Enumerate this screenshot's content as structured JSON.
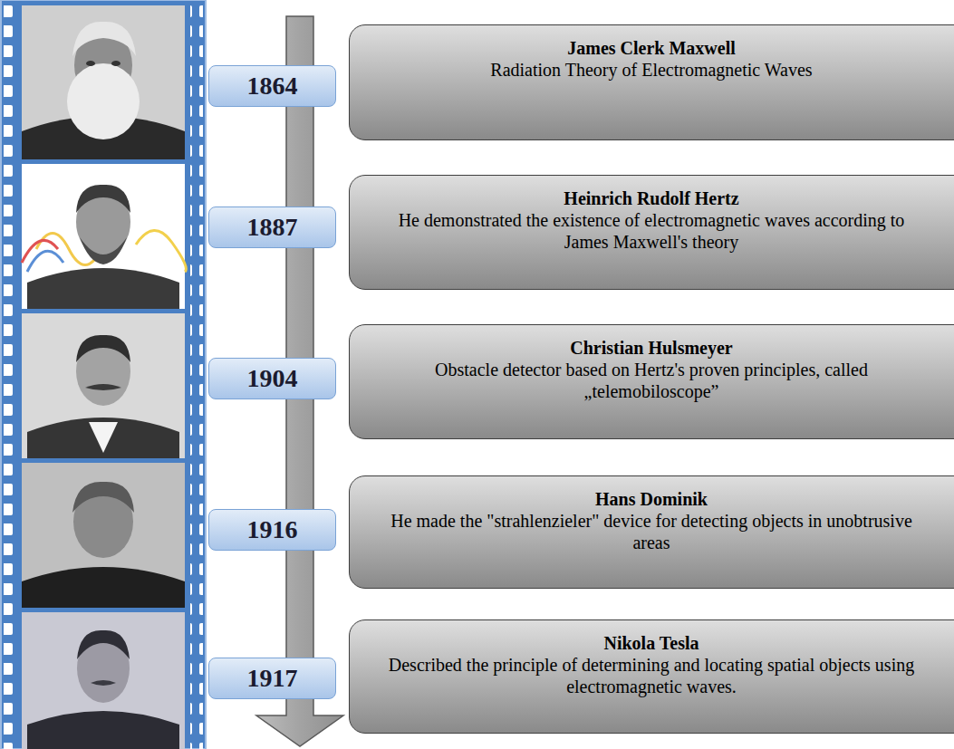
{
  "diagram": {
    "nodes": [
      {
        "text": [
          "1864"
        ]
      },
      {
        "text": [
          "James Clerk Maxwell",
          "Radiation Theory of Electromagnetic Waves"
        ]
      },
      {
        "text": [
          "1887"
        ]
      },
      {
        "text": [
          "Heinrich Rudolf Hertz",
          "He demonstrated the existence of electromagnetic waves according to James Maxwell's theory"
        ]
      },
      {
        "text": [
          "1904"
        ]
      },
      {
        "text": [
          "Christian Hulsmeyer",
          "Obstacle detector based on Hertz's proven principles, called „telemobiloscope”"
        ]
      },
      {
        "text": [
          "1916"
        ]
      },
      {
        "text": [
          "Hans Dominik",
          "He made the \"strahlenzieler\" device for detecting objects in unobtrusive areas"
        ]
      },
      {
        "text": [
          "1917"
        ]
      },
      {
        "text": [
          "Nikola Tesla",
          "Described the principle of determining and locating spatial objects using electromagnetic waves."
        ]
      }
    ]
  }
}
